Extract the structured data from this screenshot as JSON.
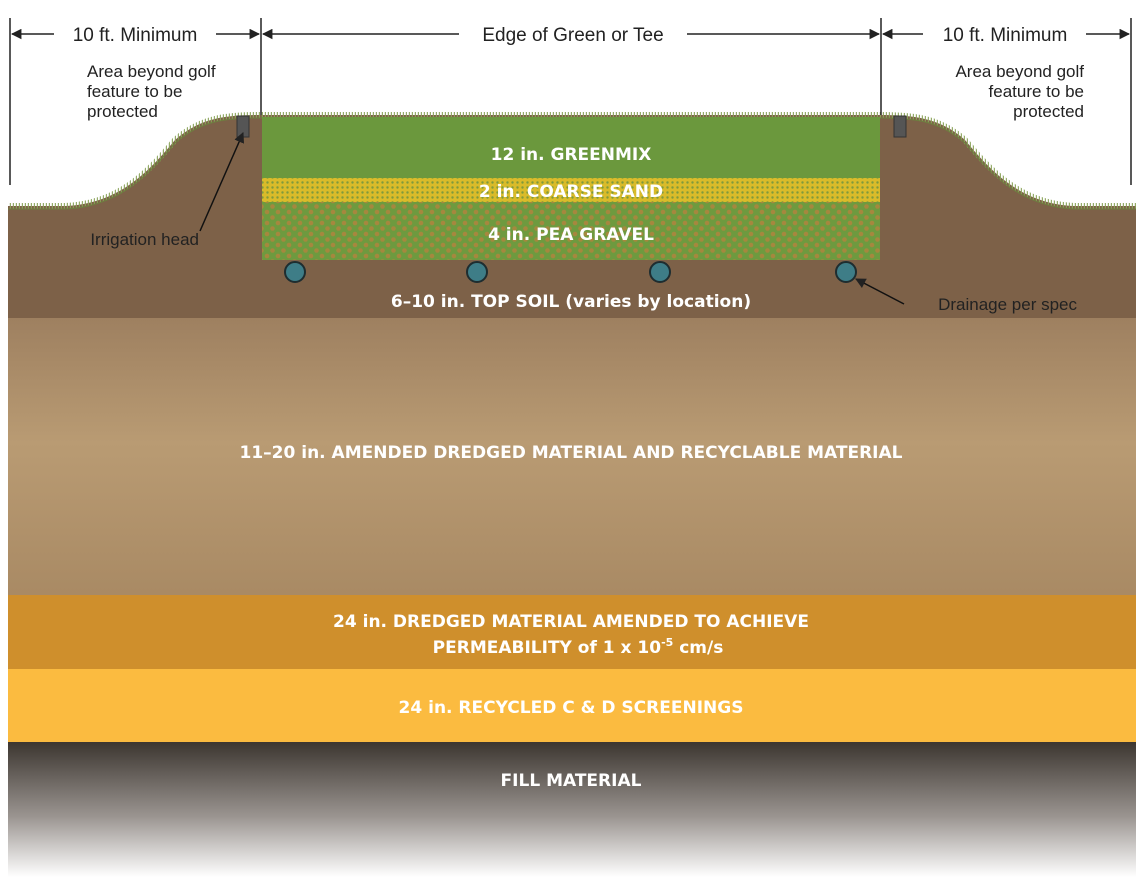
{
  "dimensions": {
    "left": "10 ft. Minimum",
    "center": "Edge of Green or Tee",
    "right": "10 ft. Minimum"
  },
  "notes": {
    "left_line1": "Area beyond golf",
    "left_line2": "feature to be",
    "left_line3": "protected",
    "right_line1": "Area beyond golf",
    "right_line2": "feature to be",
    "right_line3": "protected",
    "irrigation": "Irrigation head",
    "drainage": "Drainage per spec"
  },
  "layers": {
    "greenmix": "12 in. GREENMIX",
    "coarse_sand": "2 in. COARSE SAND",
    "pea_gravel": "4 in. PEA GRAVEL",
    "top_soil": "6–10 in. TOP SOIL (varies by location)",
    "amended": "11–20 in. AMENDED DREDGED MATERIAL AND RECYCLABLE MATERIAL",
    "dredged_line1": "24 in. DREDGED MATERIAL AMENDED TO ACHIEVE",
    "dredged_line2_a": "PERMEABILITY of 1 x 10",
    "dredged_line2_exp": "-5",
    "dredged_line2_b": " cm/s",
    "recycled": "24 in. RECYCLED C & D SCREENINGS",
    "fill": "FILL MATERIAL"
  },
  "colors": {
    "top_soil": "#7d6148",
    "amended": "#b89a72",
    "dredged": "#cf8f2c",
    "recycled": "#fbbb40",
    "greenmix": "#6b983d",
    "coarse_sand": "#d8bb2a",
    "pea_gravel": "#6d983e",
    "drain_pipe": "#3e7d87",
    "turf_edge": "#8aa35a"
  }
}
